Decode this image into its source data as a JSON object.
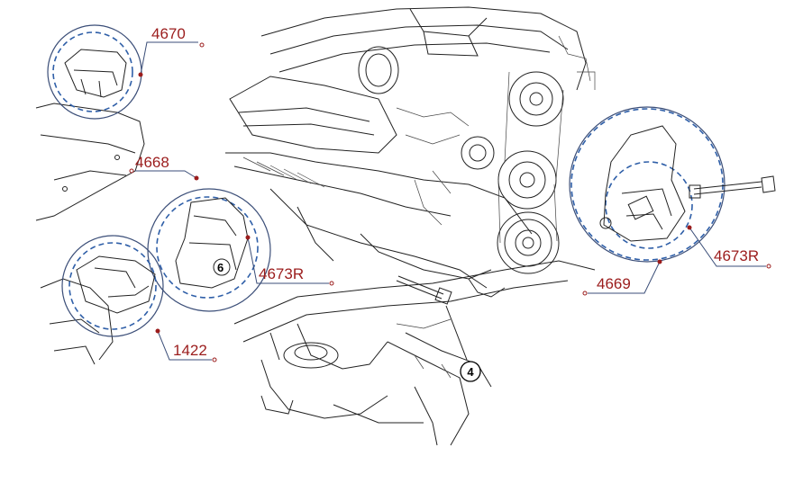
{
  "callouts": [
    {
      "id": "4670",
      "label": "4670"
    },
    {
      "id": "4668",
      "label": "4668"
    },
    {
      "id": "4673R-left",
      "label": "4673R"
    },
    {
      "id": "1422",
      "label": "1422"
    },
    {
      "id": "4669",
      "label": "4669"
    },
    {
      "id": "4673R-right",
      "label": "4673R"
    },
    {
      "id": "4",
      "label": "4"
    },
    {
      "id": "6",
      "label": "6"
    }
  ],
  "colors": {
    "label": "#9b1c1c",
    "circle": "#3b4e78",
    "dashed": "#2f5fa8",
    "linework": "#222222"
  }
}
